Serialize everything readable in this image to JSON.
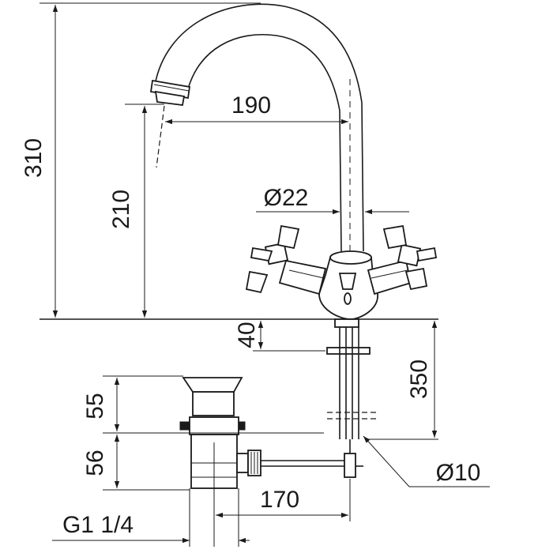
{
  "dimensions": {
    "total_height": "310",
    "spout_height": "210",
    "spout_reach": "190",
    "spout_diameter": "Ø22",
    "mount_thickness": "40",
    "shank_length": "350",
    "rod_diameter": "Ø10",
    "waste_top": "55",
    "waste_bottom": "56",
    "lever_reach": "170",
    "thread": "G1 1/4"
  },
  "colors": {
    "line": "#1a1a1a",
    "background": "#ffffff"
  }
}
